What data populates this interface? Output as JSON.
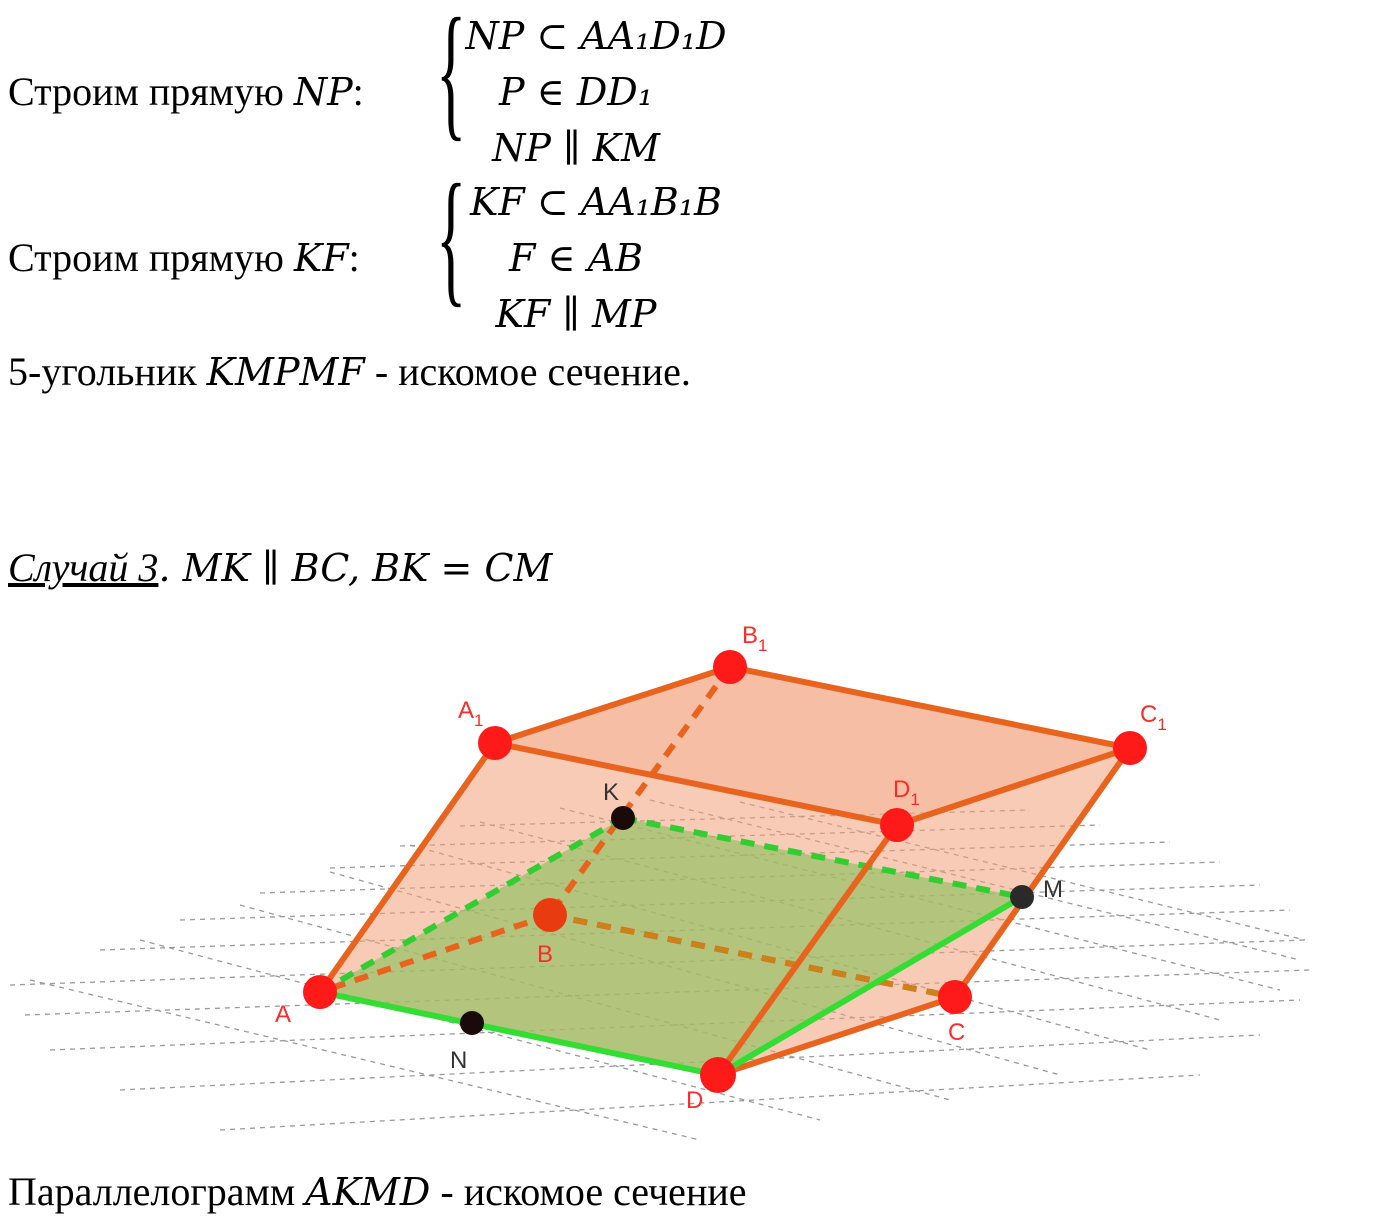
{
  "block1": {
    "label": "Строим прямую ",
    "var": "NP",
    "colon": ":",
    "rows": [
      "NP ⊂ AA₁D₁D",
      "P ∈ DD₁",
      "NP ∥ KM"
    ]
  },
  "block2": {
    "label": "Строим прямую ",
    "var": "KF",
    "colon": ":",
    "rows": [
      "KF ⊂ AA₁B₁B",
      "F ∈ AB",
      "KF ∥ MP"
    ]
  },
  "conclusion1": {
    "prefix": "5-угольник ",
    "var": "KMPMF",
    "suffix": " - искомое сечение."
  },
  "case3": {
    "label": "Случай 3",
    "rest": ". MK ∥ BC, BK = CM"
  },
  "figure": {
    "points": [
      "A",
      "B",
      "C",
      "D",
      "A1",
      "B1",
      "C1",
      "D1",
      "K",
      "M",
      "N"
    ],
    "colors": {
      "edge": "#e8641e",
      "face": "#f0a07a",
      "section": "#8fc060",
      "section_edge": "#33dd33",
      "vertex": "#ff1a1a",
      "grid": "#9a9a9a",
      "label": "#ff2a2a",
      "dark_point": "#1a0a0a"
    }
  },
  "conclusion2": {
    "prefix": "Параллелограмм ",
    "var": "AKMD",
    "suffix": " - искомое сечение"
  }
}
